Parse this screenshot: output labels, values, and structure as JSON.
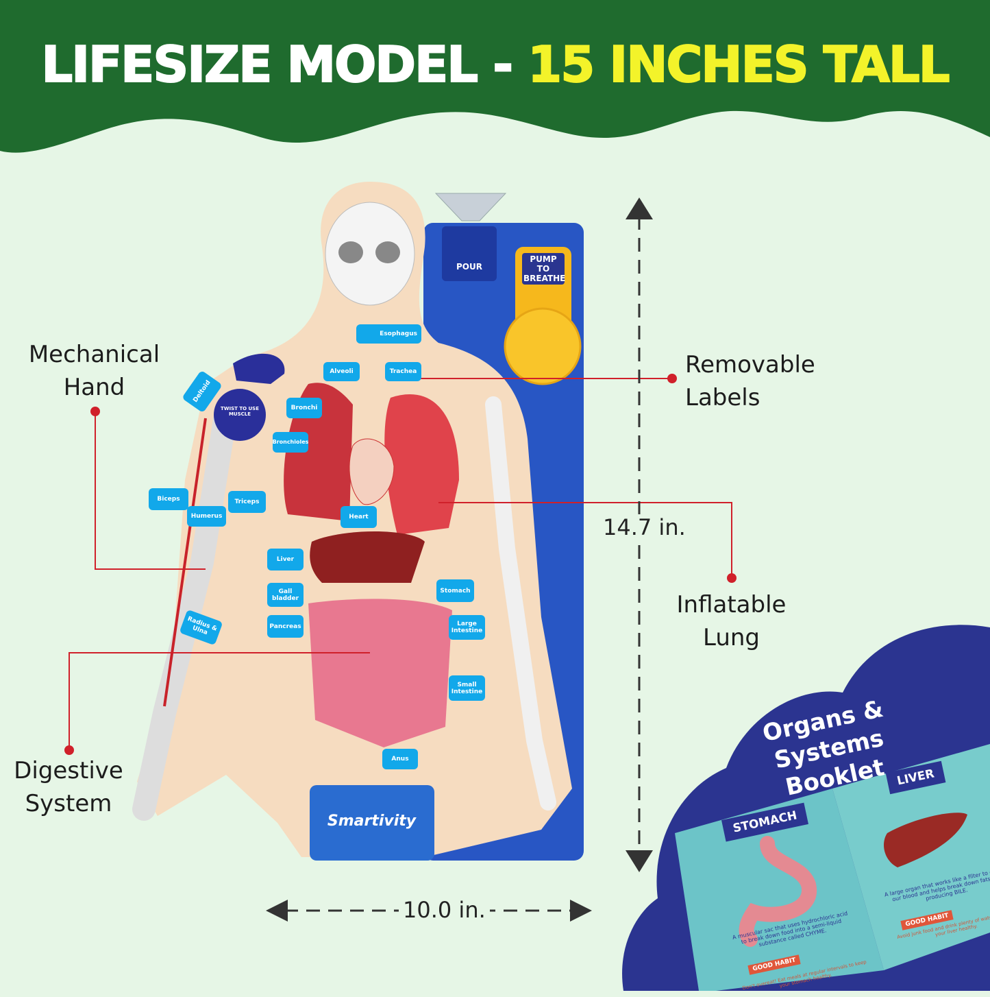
{
  "header": {
    "title_white": "LIFESIZE MODEL - ",
    "title_yellow": "15 INCHES TALL"
  },
  "callouts": {
    "mechanical_hand": [
      "Mechanical",
      "Hand"
    ],
    "removable_labels": [
      "Removable",
      "Labels"
    ],
    "inflatable_lung": [
      "Inflatable",
      "Lung"
    ],
    "digestive_system": [
      "Digestive",
      "System"
    ]
  },
  "dimensions": {
    "height": "14.7 in.",
    "width": "10.0 in."
  },
  "model": {
    "labels": {
      "esophagus": "Esophagus",
      "alveoli": "Alveoli",
      "trachea": "Trachea",
      "bronchi": "Bronchi",
      "bronchioles": "Bronchioles",
      "deltoid": "Deltoid",
      "biceps": "Biceps",
      "humerus": "Humerus",
      "triceps": "Triceps",
      "heart": "Heart",
      "liver": "Liver",
      "gall_bladder": "Gall bladder",
      "pancreas": "Pancreas",
      "stomach": "Stomach",
      "large_intestine": "Large Intestine",
      "small_intestine": "Small Intestine",
      "radius_ulna": "Radius & Ulna",
      "anus": "Anus"
    },
    "pour": "POUR",
    "pump": "PUMP TO BREATHE",
    "twist": "TWIST TO USE MUSCLE",
    "brand": "Smartivity"
  },
  "booklet": {
    "title": [
      "Organs & Systems",
      "Booklet"
    ],
    "stomach": {
      "heading": "STOMACH",
      "text": "A muscular sac that uses hydrochloric acid to break down food into a semi-liquid substance called CHYME.",
      "habit": "GOOD HABIT",
      "habit_text": "Don't overeat! Eat meals at regular intervals to keep your stomach healthy."
    },
    "liver": {
      "heading": "LIVER",
      "text": "A large organ that works like a filter to clean our blood and helps break down fats by producing BILE.",
      "habit": "GOOD HABIT",
      "habit_text": "Avoid junk food and drink plenty of water to keep your liver healthy."
    }
  },
  "colors": {
    "header_green": "#1f6b2e",
    "title_yellow": "#f3f32a",
    "label_blue": "#12a8ea",
    "board_blue": "#2856c4",
    "callout_red": "#d0202a",
    "booklet_navy": "#2b3490"
  }
}
